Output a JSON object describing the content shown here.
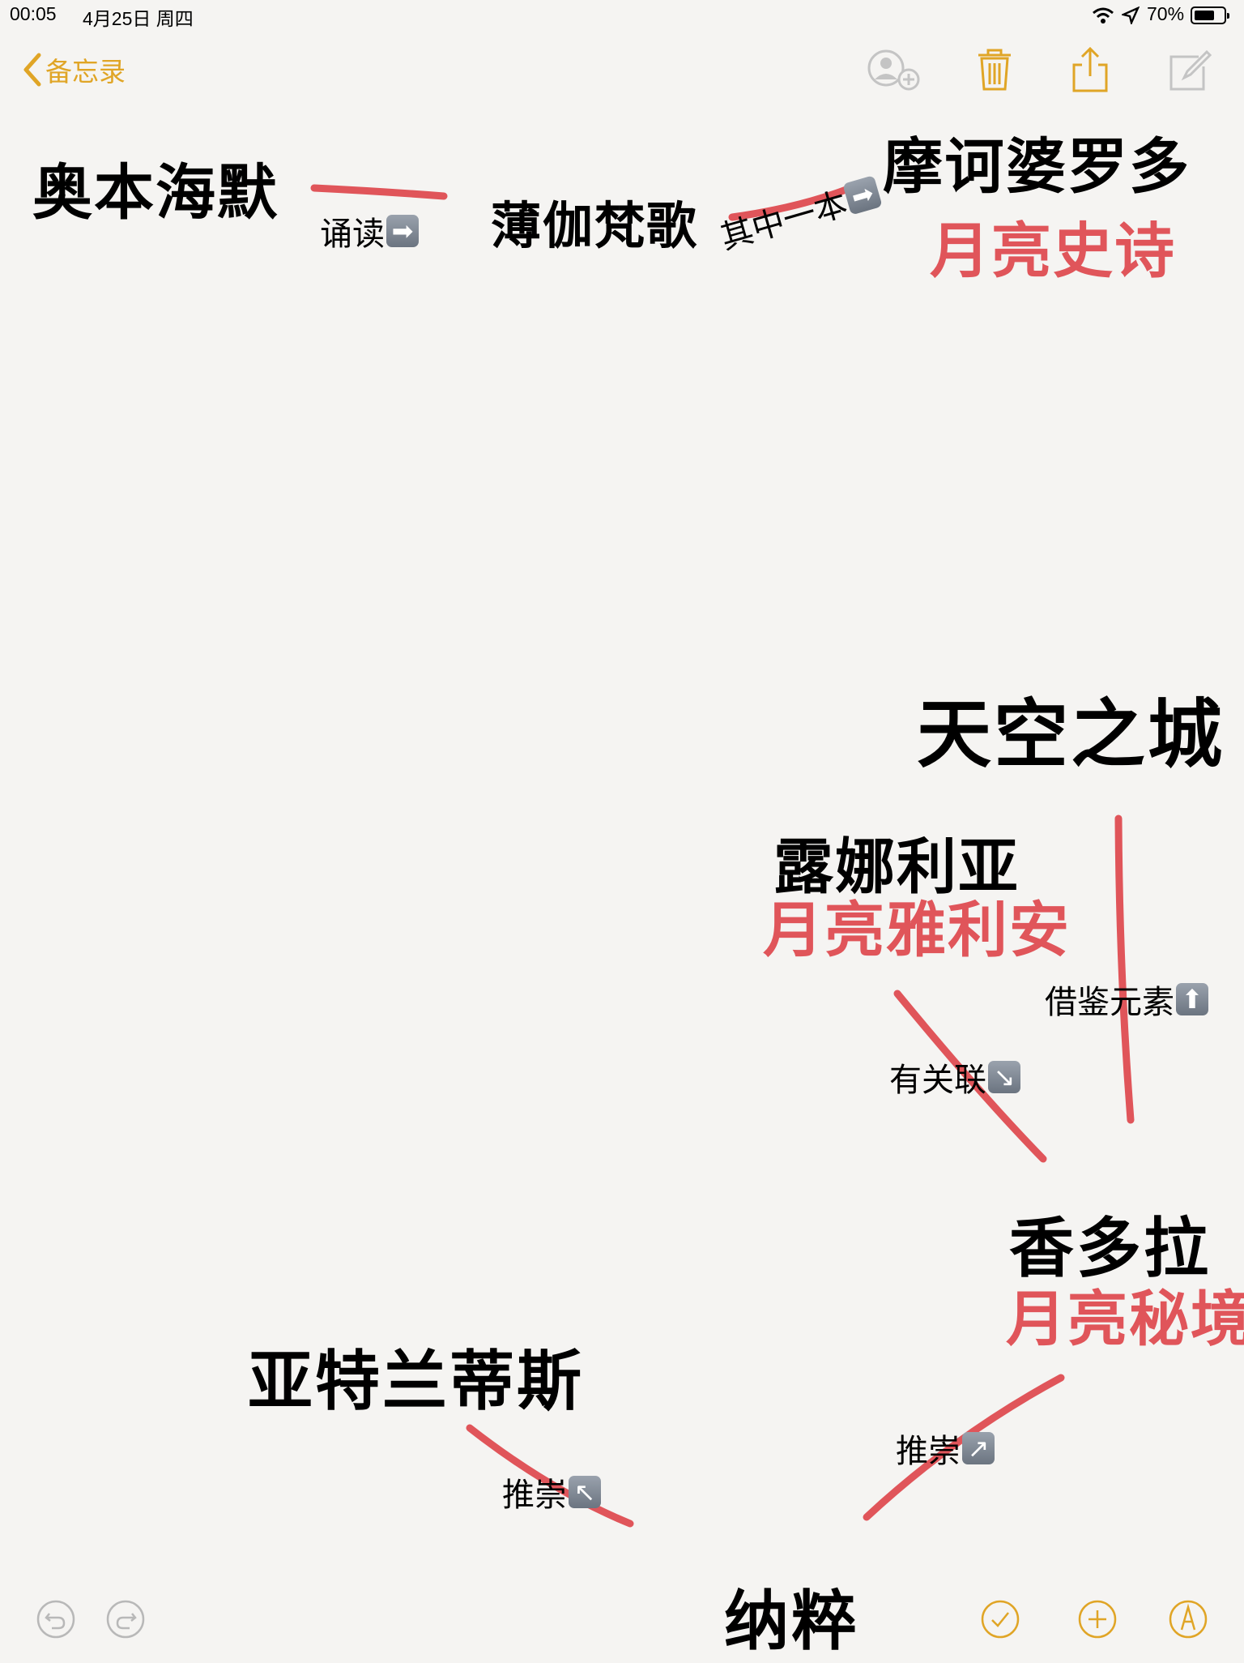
{
  "status_bar": {
    "time": "00:05",
    "date": "4月25日 周四",
    "battery": "70%",
    "battery_level": 0.7
  },
  "nav": {
    "back_label": "备忘录"
  },
  "toolbar_icons": [
    "add-people-icon",
    "trash-icon",
    "share-icon",
    "compose-icon"
  ],
  "note": {
    "titles": {
      "oben": "奥本海默",
      "gita": "薄伽梵歌",
      "mahabharata": "摩诃婆罗多",
      "mahabharata_sub": "月亮史诗",
      "laputa": "天空之城",
      "lunaria": "露娜利亚",
      "lunaria_sub": "月亮雅利安",
      "shambhala": "香多拉",
      "shambhala_sub": "月亮秘境",
      "atlantis": "亚特兰蒂斯",
      "nazi": "纳粹"
    },
    "labels": {
      "recite": "诵读",
      "one_of": "其中一本",
      "borrow": "借鉴元素",
      "related": "有关联",
      "worship_left": "推崇",
      "worship_right": "推崇"
    },
    "arrows": {
      "right": "➡",
      "up": "⬆",
      "down_right": "↘",
      "up_left": "↖",
      "up_right": "↗"
    }
  },
  "bottom_icons": [
    "undo-icon",
    "redo-icon",
    "checklist-icon",
    "add-icon",
    "markup-pen-icon"
  ],
  "colors": {
    "accent": "#e0a526",
    "ink_red": "#e0555a",
    "ink_black": "#000000",
    "background": "#f5f4f2"
  }
}
